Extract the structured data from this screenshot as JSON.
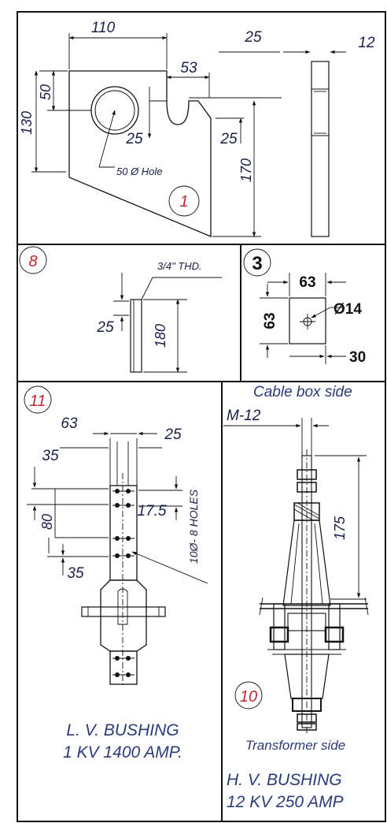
{
  "panels": {
    "p1": {
      "number": "1",
      "dims": {
        "d110": "110",
        "d25top": "25",
        "d12": "12",
        "d53": "53",
        "d50": "50",
        "d130": "130",
        "d25a": "25",
        "d25b": "25",
        "d170": "170"
      },
      "note": "50 Ø Hole"
    },
    "p8": {
      "number": "8",
      "thread": "3/4\" THD.",
      "dims": {
        "d25": "25",
        "d180": "180"
      }
    },
    "p3": {
      "number": "3",
      "dims": {
        "d63a": "63",
        "d63b": "63",
        "d14": "Ø14",
        "d30": "30"
      }
    },
    "p11": {
      "number": "11",
      "dims": {
        "d63": "63",
        "d25": "25",
        "d35a": "35",
        "d80": "80",
        "d175": "17.5",
        "d35b": "35"
      },
      "holes": "10Ø- 8 HOLES",
      "caption_line1": "L. V. BUSHING",
      "caption_line2": "1 KV 1400 AMP."
    },
    "p10": {
      "number": "10",
      "cable_side": "Cable box side",
      "m12": "M-12",
      "d175": "175",
      "transformer_side": "Transformer side",
      "caption_line1": "H. V. BUSHING",
      "caption_line2": "12 KV 250 AMP"
    }
  }
}
